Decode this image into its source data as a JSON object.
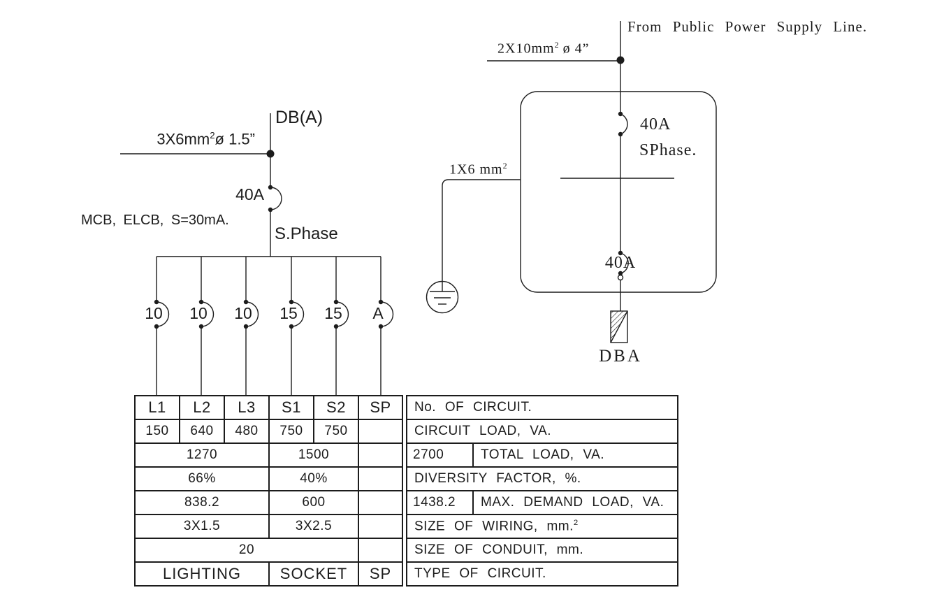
{
  "colors": {
    "ink": "#1c1c1c",
    "background": "#ffffff"
  },
  "right_panel": {
    "supply_label": "From Public Power Supply Line.",
    "incoming_cable_base": "2X10mm",
    "incoming_cable_sup": "2",
    "incoming_cable_suffix": " ø 4”",
    "main_breaker_rating": "40A",
    "phase_label": "SPhase.",
    "earth_cable_base": "1X6 mm",
    "earth_cable_sup": "2",
    "outgoing_breaker_rating": "40A",
    "db_label": "DBA"
  },
  "left_panel": {
    "db_label": "DB(A)",
    "incoming_cable_base": "3X6mm",
    "incoming_cable_sup": "2",
    "incoming_cable_suffix": "ø 1.5”",
    "main_breaker_rating": "40A",
    "protection_label": "MCB, ELCB, S=30mA.",
    "phase_label": "S.Phase",
    "branch_breakers": [
      "10",
      "10",
      "10",
      "15",
      "15",
      "A"
    ]
  },
  "table": {
    "headers": [
      "L1",
      "L2",
      "L3",
      "S1",
      "S2",
      "SP"
    ],
    "circuit_loads": [
      "150",
      "640",
      "480",
      "750",
      "750"
    ],
    "total_load_lighting": "1270",
    "total_load_socket": "1500",
    "total_load_overall": "2700",
    "diversity_lighting": "66%",
    "diversity_socket": "40%",
    "max_demand_lighting": "838.2",
    "max_demand_socket": "600",
    "max_demand_overall": "1438.2",
    "wiring_lighting": "3X1.5",
    "wiring_socket": "3X2.5",
    "conduit_size": "20",
    "type_lighting": "LIGHTING",
    "type_socket": "SOCKET",
    "type_sp": "SP",
    "labels": {
      "circuits": "No. OF CIRCUIT.",
      "circuit_load": "CIRCUIT LOAD, VA.",
      "total_load": "TOTAL LOAD, VA.",
      "diversity": "DIVERSITY FACTOR, %.",
      "max_demand": "MAX. DEMAND LOAD, VA.",
      "wiring_base": "SIZE OF WIRING, mm.",
      "wiring_sup": "2",
      "conduit": "SIZE OF CONDUIT, mm.",
      "type": "TYPE OF CIRCUIT."
    }
  }
}
